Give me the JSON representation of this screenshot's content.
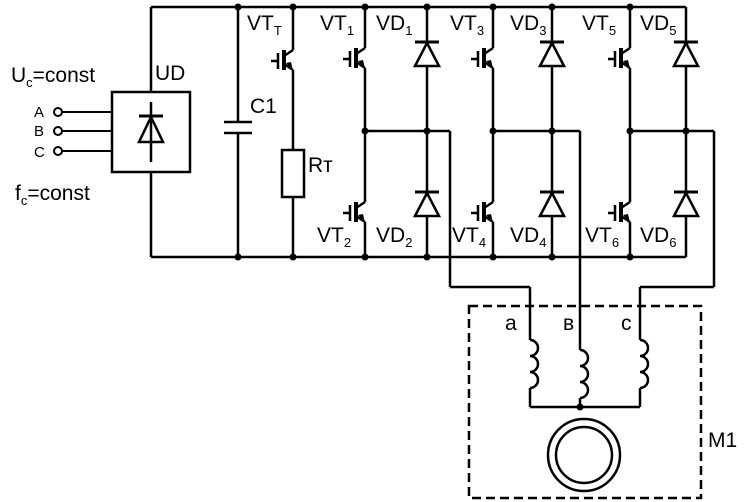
{
  "supply": {
    "voltage_main": "U",
    "voltage_sub": "c",
    "voltage_rest": "=const",
    "freq_main": "f",
    "freq_sub": "c",
    "freq_rest": "=const",
    "phase_a": "A",
    "phase_b": "B",
    "phase_c": "C"
  },
  "rectifier": {
    "label": "UD"
  },
  "capacitor": {
    "label": "C1"
  },
  "resistor": {
    "label": "Rт"
  },
  "brake_transistor": {
    "main": "VT",
    "sub": "T"
  },
  "upper_row": [
    {
      "main": "VT",
      "sub": "1"
    },
    {
      "main": "VD",
      "sub": "1"
    },
    {
      "main": "VT",
      "sub": "3"
    },
    {
      "main": "VD",
      "sub": "3"
    },
    {
      "main": "VT",
      "sub": "5"
    },
    {
      "main": "VD",
      "sub": "5"
    }
  ],
  "lower_row": [
    {
      "main": "VT",
      "sub": "2"
    },
    {
      "main": "VD",
      "sub": "2"
    },
    {
      "main": "VT",
      "sub": "4"
    },
    {
      "main": "VD",
      "sub": "4"
    },
    {
      "main": "VT",
      "sub": "6"
    },
    {
      "main": "VD",
      "sub": "6"
    }
  ],
  "motor": {
    "label": "M1",
    "phases": [
      "a",
      "в",
      "c"
    ]
  }
}
